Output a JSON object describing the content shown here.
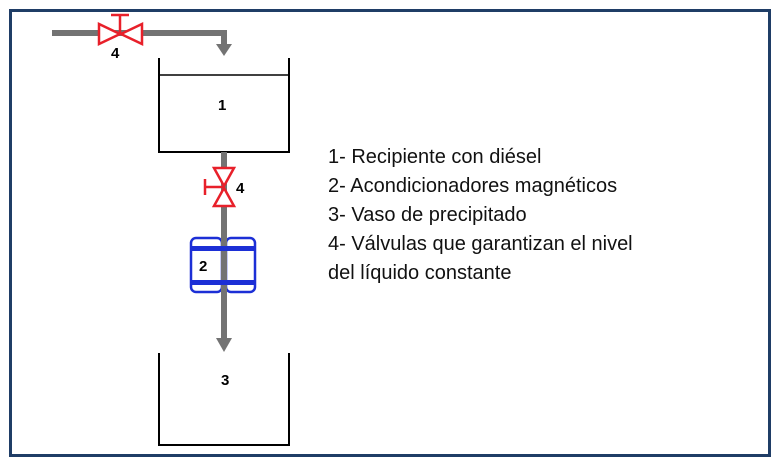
{
  "colors": {
    "frame": "#1f3d66",
    "pipe": "#737373",
    "valve": "#e8202a",
    "conditioner": "#1c2fd6",
    "vessel": "#000000",
    "text": "#111111"
  },
  "labels": {
    "top_valve": "4",
    "container": "1",
    "middle_valve": "4",
    "conditioner": "2",
    "beaker": "3"
  },
  "legend": {
    "line1": "1- Recipiente con diésel",
    "line2": "2- Acondicionadores magnéticos",
    "line3": "3- Vaso de precipitado",
    "line4": "4- Válvulas que garantizan el nivel",
    "line5": "del líquido constante"
  }
}
